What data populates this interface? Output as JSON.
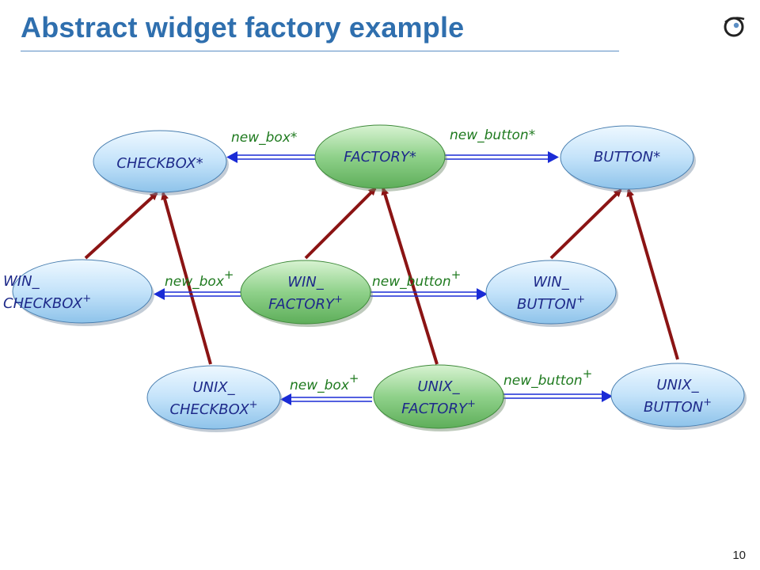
{
  "slide": {
    "title": "Abstract widget factory example",
    "page_number": "10"
  },
  "logo": {
    "icon": "eiffel-logo-icon"
  },
  "colors": {
    "title": "#2f6fae",
    "node_blue_fill": "#c9e6fb",
    "node_green_fill": "#8fd18a",
    "node_text": "#1e2a8a",
    "client_arrow": "#1a2bd6",
    "inherit_arrow": "#8b1414",
    "edge_label": "#1f7a1f"
  },
  "nodes": {
    "checkbox": {
      "lines": [
        "CHECKBOX*"
      ],
      "sup": ""
    },
    "factory": {
      "lines": [
        "FACTORY*"
      ],
      "sup": ""
    },
    "button": {
      "lines": [
        "BUTTON*"
      ],
      "sup": ""
    },
    "win_checkbox": {
      "lines": [
        "WIN_",
        "CHECKBOX"
      ],
      "sup": "+"
    },
    "win_factory": {
      "lines": [
        "WIN_",
        "FACTORY"
      ],
      "sup": "+"
    },
    "win_button": {
      "lines": [
        "WIN_",
        "BUTTON"
      ],
      "sup": "+"
    },
    "unix_checkbox": {
      "lines": [
        "UNIX_",
        "CHECKBOX"
      ],
      "sup": "+"
    },
    "unix_factory": {
      "lines": [
        "UNIX_",
        "FACTORY"
      ],
      "sup": "+"
    },
    "unix_button": {
      "lines": [
        "UNIX_",
        "BUTTON"
      ],
      "sup": "+"
    }
  },
  "edges": {
    "top_box": {
      "label": "new_box*",
      "sup": ""
    },
    "top_button": {
      "label": "new_button*",
      "sup": ""
    },
    "win_box": {
      "label": "new_box",
      "sup": "+"
    },
    "win_button": {
      "label": "new_button",
      "sup": "+"
    },
    "unix_box": {
      "label": "new_box",
      "sup": "+"
    },
    "unix_button": {
      "label": "new_button",
      "sup": "+"
    }
  }
}
